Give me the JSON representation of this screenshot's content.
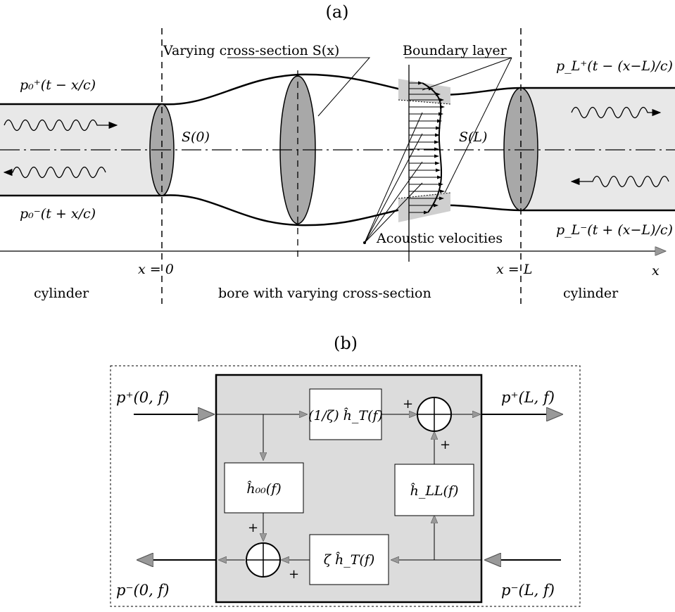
{
  "panel_a": {
    "label": "(a)",
    "varying_cross_section": "Varying cross-section S(x)",
    "boundary_layer": "Boundary layer",
    "acoustic_velocities": "Acoustic velocities",
    "p0_plus": "p₀⁺(t − x/c)",
    "p0_minus": "p₀⁻(t + x/c)",
    "pL_plus": "p_L⁺(t − (x−L)/c)",
    "pL_minus": "p_L⁻(t + (x−L)/c)",
    "s0": "S(0)",
    "sL": "S(L)",
    "x_zero": "x = 0",
    "x_L": "x = L",
    "x_axis": "x",
    "cylinder_left": "cylinder",
    "bore": "bore with varying cross-section",
    "cylinder_right": "cylinder"
  },
  "panel_b": {
    "label": "(b)",
    "p_plus_0": "p⁺(0, f)",
    "p_plus_L": "p⁺(L, f)",
    "p_minus_0": "p⁻(0, f)",
    "p_minus_L": "p⁻(L, f)",
    "block_top": "(1/ζ) ĥ_T(f)",
    "block_h00": "ĥ₀₀(f)",
    "block_hLL": "ĥ_LL(f)",
    "block_bottom": "ζ ĥ_T(f)",
    "plus": "+"
  },
  "colors": {
    "duct_fill": "#e8e8e8",
    "section_fill": "#a8a8a8",
    "box_fill": "#dcdcdc",
    "arrow_grey": "#888888"
  }
}
